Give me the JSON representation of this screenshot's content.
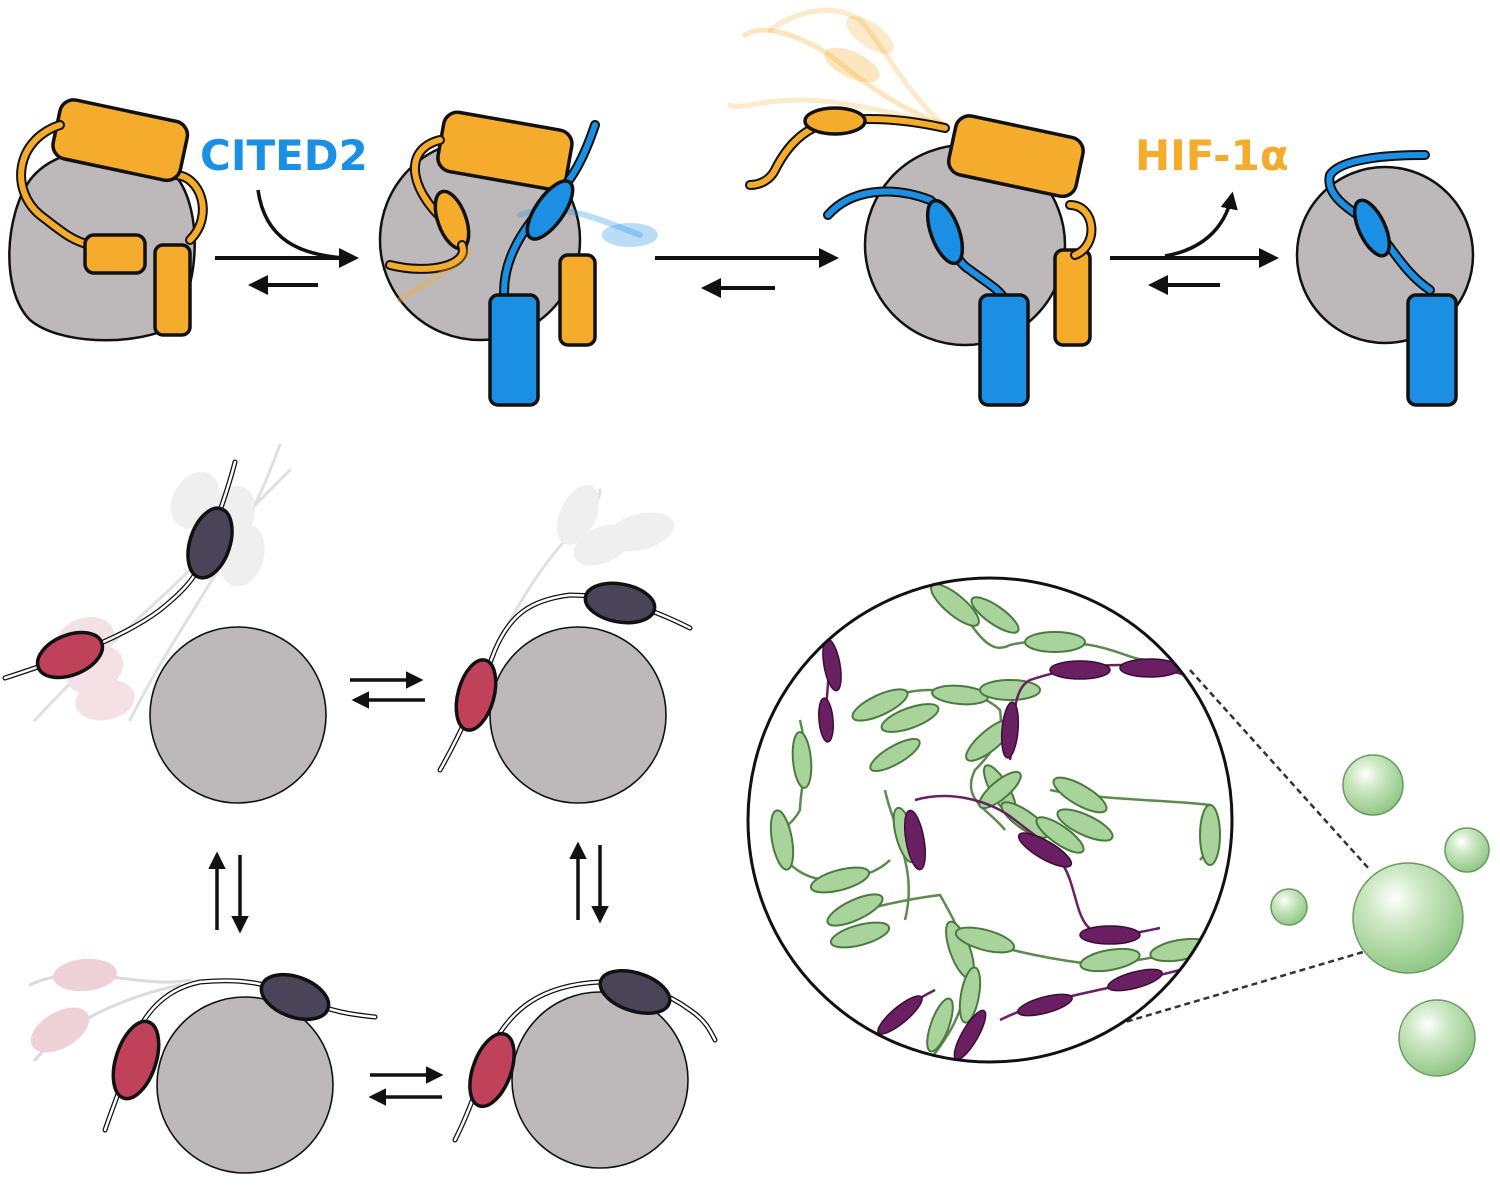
{
  "labels": {
    "cited2": "CITED2",
    "hif": "HIF-1α"
  },
  "colors": {
    "cited2": "#1b8fe3",
    "hif": "#f5ab2b",
    "core_domain": "#bdb9bb",
    "motif_dark": "#4a4458",
    "motif_red": "#c0415a",
    "condensate_green": "#a8d49b",
    "condensate_purple": "#6b1f63"
  },
  "icons": [
    "equilibrium-arrow",
    "reaction-arrow"
  ]
}
